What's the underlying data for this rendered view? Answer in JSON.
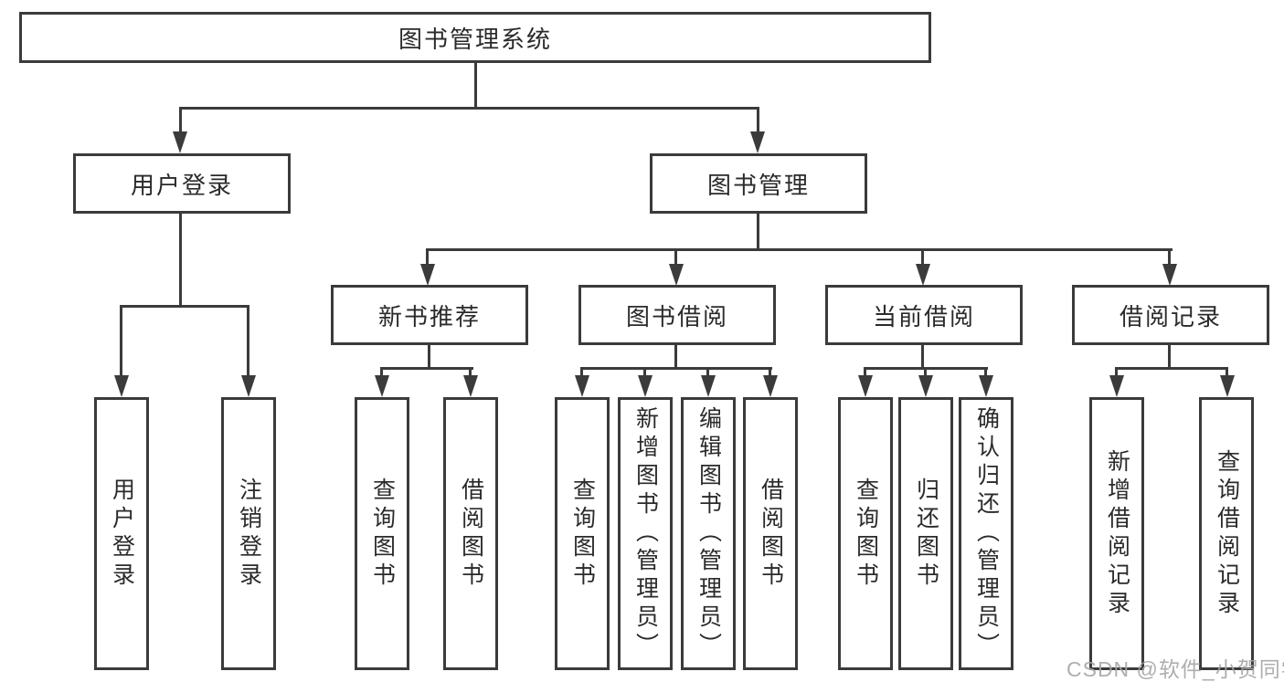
{
  "tree": {
    "label": "图书管理系统",
    "children": [
      {
        "label": "用户登录",
        "children": [
          {
            "label": "用户登录"
          },
          {
            "label": "注销登录"
          }
        ]
      },
      {
        "label": "图书管理",
        "children": [
          {
            "label": "新书推荐",
            "children": [
              {
                "label": "查询图书"
              },
              {
                "label": "借阅图书"
              }
            ]
          },
          {
            "label": "图书借阅",
            "children": [
              {
                "label": "查询图书"
              },
              {
                "label": "新增图书（管理员）"
              },
              {
                "label": "编辑图书（管理员）"
              },
              {
                "label": "借阅图书"
              }
            ]
          },
          {
            "label": "当前借阅",
            "children": [
              {
                "label": "查询图书"
              },
              {
                "label": "归还图书"
              },
              {
                "label": "确认归还（管理员）"
              }
            ]
          },
          {
            "label": "借阅记录",
            "children": [
              {
                "label": "新增借阅记录"
              },
              {
                "label": "查询借阅记录"
              }
            ]
          }
        ]
      }
    ]
  },
  "watermark": {
    "text": "CSDN @软件_小贺同学"
  },
  "colors": {
    "line": "#3b3b3b",
    "node_border": "#3b3b3b",
    "node_text": "#2a2a2a",
    "watermark": "#a5a5a5",
    "background": "#ffffff"
  }
}
